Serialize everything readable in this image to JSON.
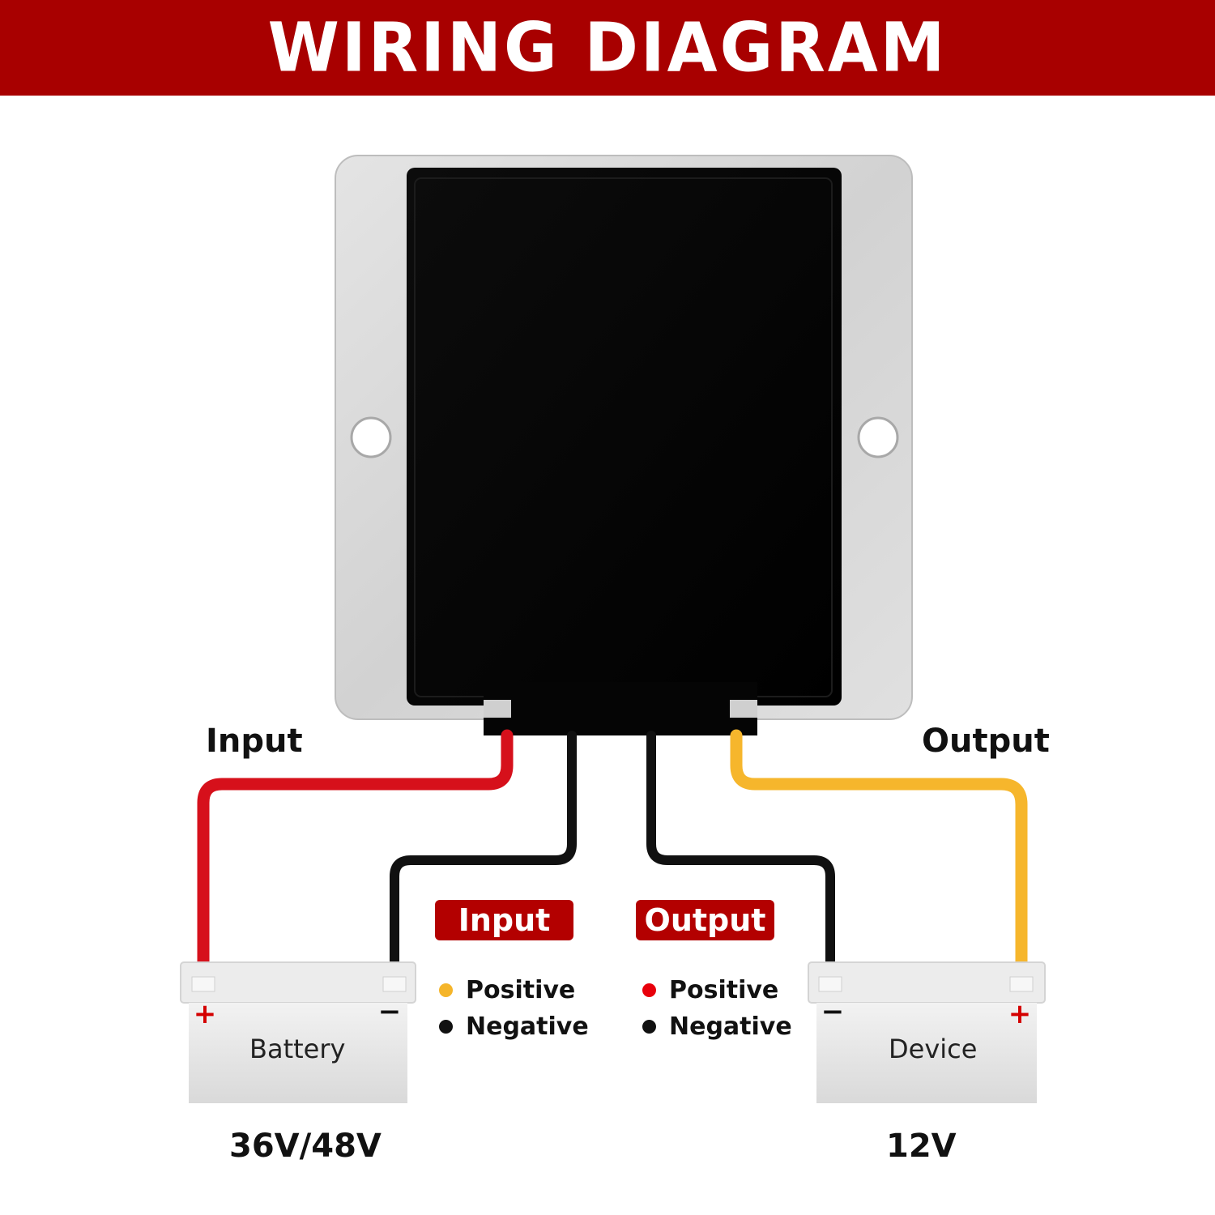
{
  "header": {
    "title": "WIRING DIAGRAM"
  },
  "labels": {
    "input": "Input",
    "output": "Output"
  },
  "legend": {
    "input": {
      "title": "Input",
      "items": [
        {
          "label": "Positive",
          "color": "#f5b52a"
        },
        {
          "label": "Negative",
          "color": "#111111"
        }
      ]
    },
    "output": {
      "title": "Output",
      "items": [
        {
          "label": "Positive",
          "color": "#e8000b"
        },
        {
          "label": "Negative",
          "color": "#111111"
        }
      ]
    }
  },
  "battery": {
    "label": "Battery",
    "voltage": "36V/48V",
    "plus": "+",
    "minus": "−"
  },
  "device": {
    "label": "Device",
    "voltage": "12V",
    "plus": "+",
    "minus": "−"
  },
  "colors": {
    "banner": "#a80000",
    "wire_red": "#d6101b",
    "wire_yellow": "#f6b62c",
    "wire_black": "#111111",
    "terminal_sign": "#d40000"
  }
}
